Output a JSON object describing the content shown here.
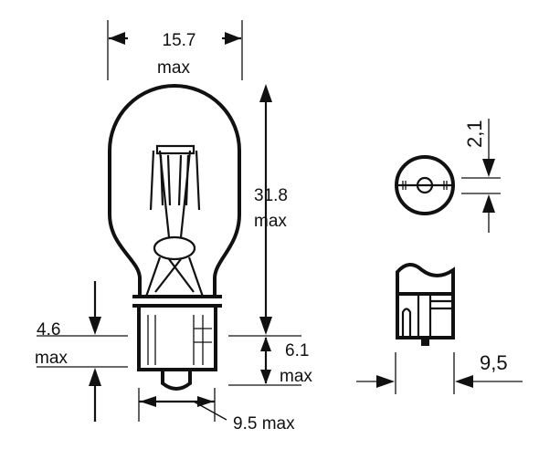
{
  "dimensions": {
    "width_top": {
      "value": "15.7",
      "qualifier": "max"
    },
    "height": {
      "value": "31.8",
      "qualifier": "max"
    },
    "base_left": {
      "value": "4.6",
      "qualifier": "max"
    },
    "base_right": {
      "value": "6.1",
      "qualifier": "max"
    },
    "base_width": {
      "label": "9.5 max"
    },
    "end_view_gap": {
      "label": "2,1"
    },
    "side_view_width": {
      "label": "9,5"
    }
  }
}
